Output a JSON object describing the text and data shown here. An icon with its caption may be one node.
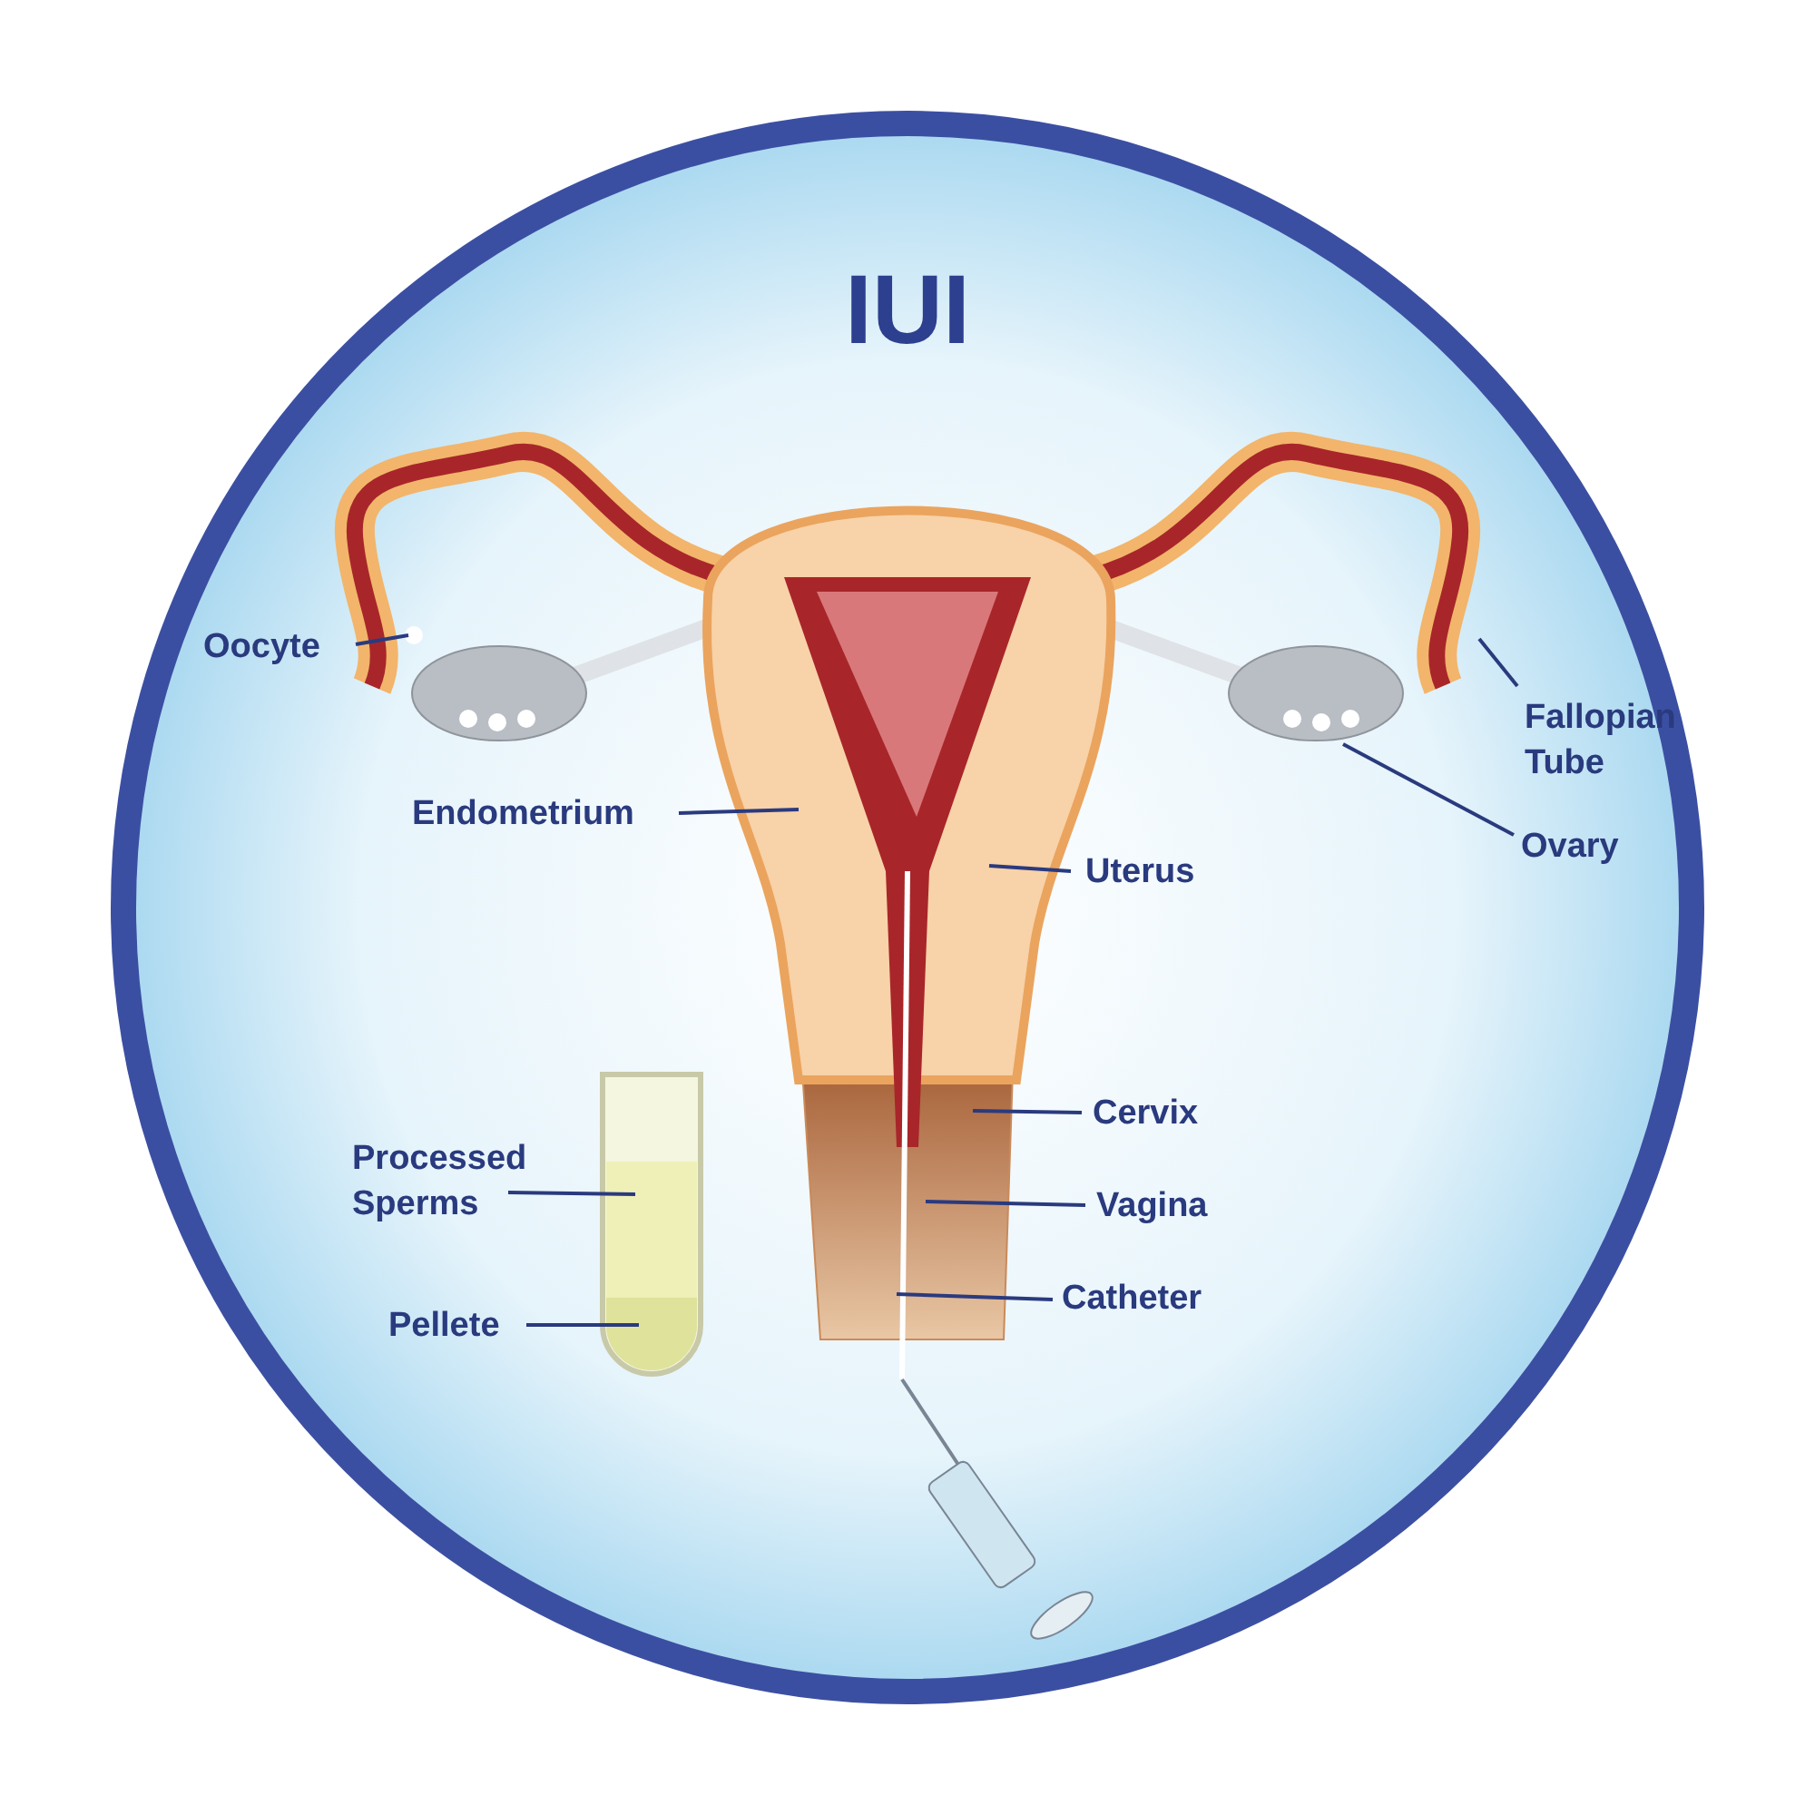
{
  "diagram": {
    "title": "IUI",
    "nodes": [
      {
        "text": [
          "Oocyte"
        ]
      },
      {
        "text": [
          "Fallopian Tube"
        ]
      },
      {
        "text": [
          "Endometrium"
        ]
      },
      {
        "text": [
          "Ovary"
        ]
      },
      {
        "text": [
          "Uterus"
        ]
      },
      {
        "text": [
          "Cervix"
        ]
      },
      {
        "text": [
          "Processed Sperms"
        ]
      },
      {
        "text": [
          "Vagina"
        ]
      },
      {
        "text": [
          "Catheter"
        ]
      },
      {
        "text": [
          "Pellete"
        ]
      }
    ],
    "edges": [
      {
        "from": 0,
        "to": null,
        "arrow": "none"
      },
      {
        "from": 1,
        "to": null,
        "arrow": "none"
      },
      {
        "from": 2,
        "to": null,
        "arrow": "none"
      },
      {
        "from": 3,
        "to": null,
        "arrow": "none"
      },
      {
        "from": 4,
        "to": null,
        "arrow": "none"
      },
      {
        "from": 5,
        "to": null,
        "arrow": "none"
      },
      {
        "from": 6,
        "to": null,
        "arrow": "none"
      },
      {
        "from": 7,
        "to": null,
        "arrow": "none"
      },
      {
        "from": 8,
        "to": null,
        "arrow": "none"
      },
      {
        "from": 9,
        "to": null,
        "arrow": "none"
      }
    ]
  }
}
